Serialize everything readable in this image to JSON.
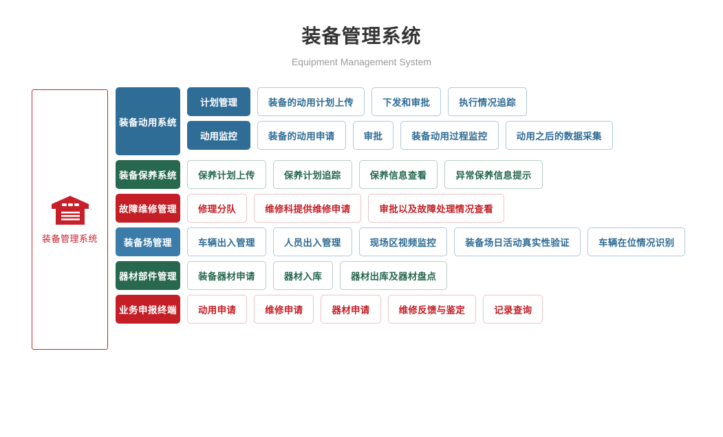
{
  "header": {
    "title": "装备管理系统",
    "subtitle": "Equipment Management System"
  },
  "left_panel": {
    "icon": "warehouse-icon",
    "label": "装备管理系统",
    "color": "#c8202a"
  },
  "colors": {
    "blue_dark": "#2f6c96",
    "blue_mid": "#3b7cab",
    "green": "#27684f",
    "red": "#c41f26",
    "card_blue_border": "#aec8de",
    "card_green_border": "#b7cdc3",
    "card_red_border": "#eec1c4",
    "title": "#333333",
    "subtitle": "#9a9a9a"
  },
  "rows": [
    {
      "category": "装备动用系统",
      "theme": "blue-dark",
      "tall": true,
      "subrows": [
        {
          "sub": "计划管理",
          "cards": [
            "装备的动用计划上传",
            "下发和审批",
            "执行情况追踪"
          ]
        },
        {
          "sub": "动用监控",
          "cards": [
            "装备的动用申请",
            "审批",
            "装备动用过程监控",
            "动用之后的数据采集"
          ]
        }
      ]
    },
    {
      "category": "装备保养系统",
      "theme": "green",
      "tall": false,
      "subrows": [
        {
          "sub": null,
          "cards": [
            "保养计划上传",
            "保养计划追踪",
            "保养信息查看",
            "异常保养信息提示"
          ]
        }
      ]
    },
    {
      "category": "故障维修管理",
      "theme": "red",
      "tall": false,
      "subrows": [
        {
          "sub": null,
          "cards": [
            "修理分队",
            "维修科提供维修申请",
            "审批以及故障处理情况查看"
          ]
        }
      ]
    },
    {
      "category": "装备场管理",
      "theme": "blue-mid",
      "tall": false,
      "subrows": [
        {
          "sub": null,
          "cards": [
            "车辆出入管理",
            "人员出入管理",
            "现场区视频监控",
            "装备场日活动真实性验证",
            "车辆在位情况识别"
          ]
        }
      ]
    },
    {
      "category": "器材部件管理",
      "theme": "green",
      "tall": false,
      "subrows": [
        {
          "sub": null,
          "cards": [
            "装备器材申请",
            "器材入库",
            "器材出库及器材盘点"
          ]
        }
      ]
    },
    {
      "category": "业务申报终端",
      "theme": "red",
      "tall": false,
      "subrows": [
        {
          "sub": null,
          "cards": [
            "动用申请",
            "维修申请",
            "器材申请",
            "维修反馈与鉴定",
            "记录查询"
          ]
        }
      ]
    }
  ]
}
